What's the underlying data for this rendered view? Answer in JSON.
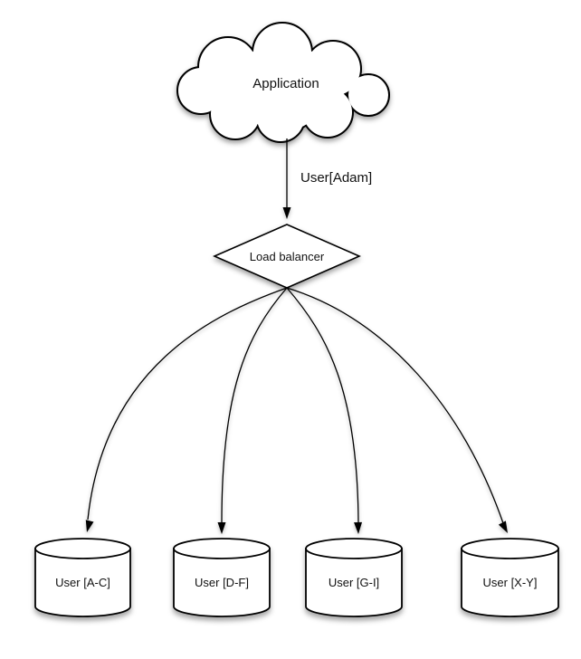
{
  "diagram": {
    "cloud": {
      "label": "Application"
    },
    "edge_app_to_lb": {
      "label": "User[Adam]"
    },
    "load_balancer": {
      "label": "Load balancer"
    },
    "databases": [
      {
        "label": "User [A-C]"
      },
      {
        "label": "User [D-F]"
      },
      {
        "label": "User [G-I]"
      },
      {
        "label": "User [X-Y]"
      }
    ],
    "colors": {
      "background": "#ffffff",
      "shape_fill": "#ffffff",
      "stroke": "#000000",
      "text": "#111111"
    }
  }
}
